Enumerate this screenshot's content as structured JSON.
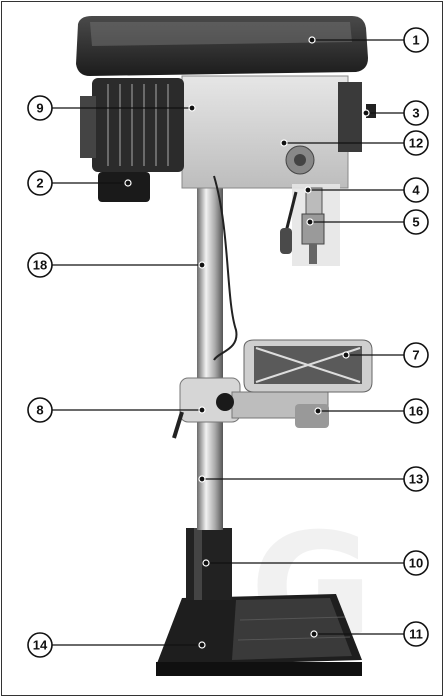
{
  "diagram": {
    "subject": "floor-standing drill press",
    "callouts": [
      {
        "id": "c1",
        "label": "1"
      },
      {
        "id": "c3",
        "label": "3"
      },
      {
        "id": "c12",
        "label": "12"
      },
      {
        "id": "c4",
        "label": "4"
      },
      {
        "id": "c5",
        "label": "5"
      },
      {
        "id": "c7",
        "label": "7"
      },
      {
        "id": "c16",
        "label": "16"
      },
      {
        "id": "c13",
        "label": "13"
      },
      {
        "id": "c10",
        "label": "10"
      },
      {
        "id": "c11",
        "label": "11"
      },
      {
        "id": "c9",
        "label": "9"
      },
      {
        "id": "c2",
        "label": "2"
      },
      {
        "id": "c18",
        "label": "18"
      },
      {
        "id": "c8",
        "label": "8"
      },
      {
        "id": "c14",
        "label": "14"
      }
    ],
    "colors": {
      "ink": "#111111",
      "metal_dark": "#2a2a2a",
      "metal_mid": "#8c8c8c",
      "metal_light": "#d9d9d9"
    }
  }
}
